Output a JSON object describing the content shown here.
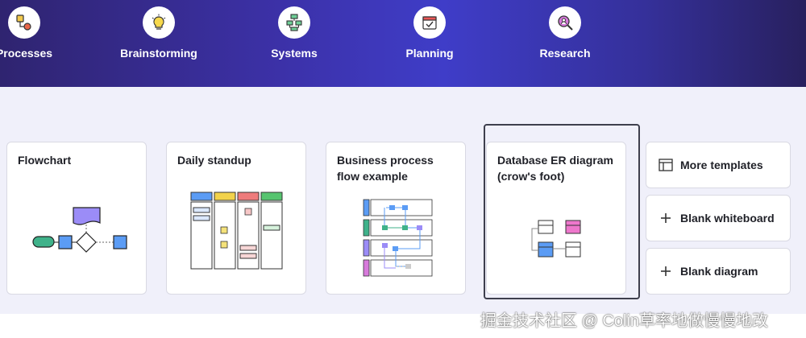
{
  "categories": [
    {
      "label": "Processes",
      "icon": "process-icon"
    },
    {
      "label": "Brainstorming",
      "icon": "lightbulb-icon"
    },
    {
      "label": "Systems",
      "icon": "systems-icon"
    },
    {
      "label": "Planning",
      "icon": "calendar-check-icon"
    },
    {
      "label": "Research",
      "icon": "magnifier-person-icon"
    }
  ],
  "templates": [
    {
      "title": "Flowchart"
    },
    {
      "title": "Daily standup"
    },
    {
      "title": "Business process flow example"
    },
    {
      "title": "Database ER diagram (crow's foot)"
    }
  ],
  "side_actions": [
    {
      "label": "More templates",
      "icon": "template-icon"
    },
    {
      "label": "Blank whiteboard",
      "icon": "plus-icon"
    },
    {
      "label": "Blank diagram",
      "icon": "plus-icon"
    }
  ],
  "watermark": "掘金技术社区 @ Colin草率地做慢慢地改",
  "colors": {
    "banner": "#3c31a8",
    "accent_blue": "#5b9cf5",
    "accent_purple": "#9b8cf7",
    "accent_green": "#3fb28a"
  }
}
